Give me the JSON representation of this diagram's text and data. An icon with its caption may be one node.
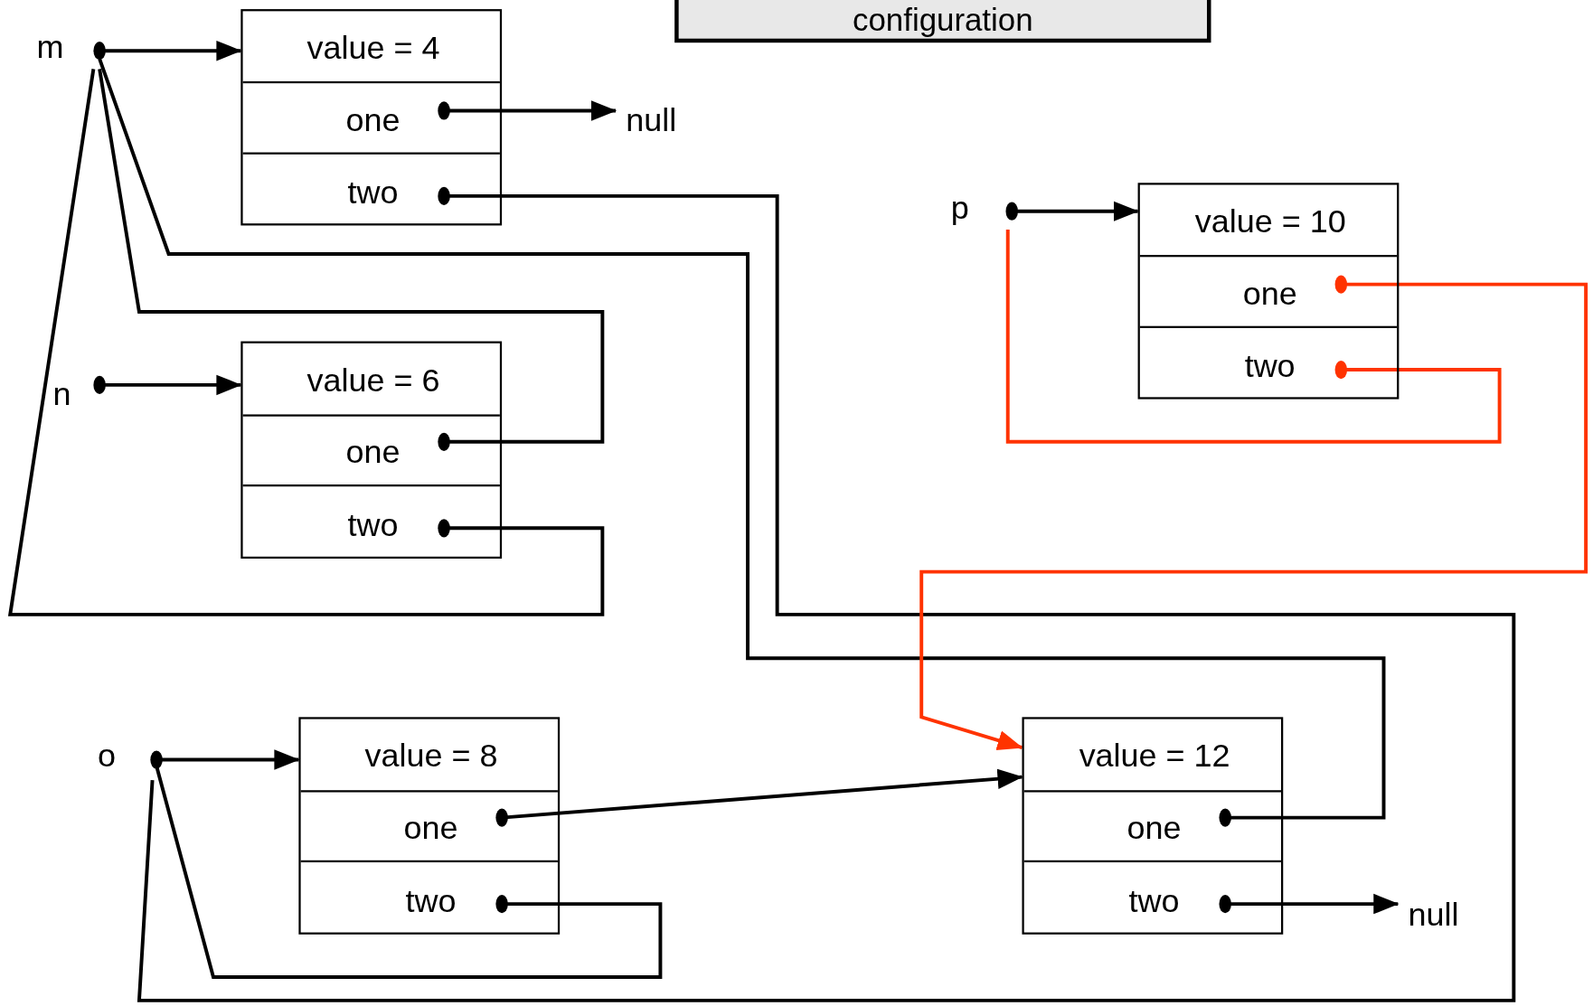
{
  "diagram": {
    "nodes": [
      {
        "text": [
          "configuration"
        ]
      },
      {
        "text": [
          "m"
        ]
      },
      {
        "text": [],
        "shape": "box"
      },
      {
        "text": [
          "value = 4"
        ],
        "in": 2
      },
      {
        "text": [
          "one"
        ],
        "in": 2
      },
      {
        "text": [
          "two"
        ],
        "in": 2
      },
      {
        "text": [
          "null"
        ]
      },
      {
        "text": [
          "p"
        ]
      },
      {
        "text": [],
        "shape": "box"
      },
      {
        "text": [
          "value = 10"
        ],
        "in": 8
      },
      {
        "text": [
          "one"
        ],
        "in": 8
      },
      {
        "text": [
          "two"
        ],
        "in": 8
      },
      {
        "text": [
          "n"
        ]
      },
      {
        "text": [],
        "shape": "box"
      },
      {
        "text": [
          "value = 6"
        ],
        "in": 13
      },
      {
        "text": [
          "one"
        ],
        "in": 13
      },
      {
        "text": [
          "two"
        ],
        "in": 13
      },
      {
        "text": [
          "o"
        ]
      },
      {
        "text": [],
        "shape": "box"
      },
      {
        "text": [
          "value = 8"
        ],
        "in": 18
      },
      {
        "text": [
          "one"
        ],
        "in": 18
      },
      {
        "text": [
          "two"
        ],
        "in": 18
      },
      {
        "text": [],
        "shape": "box"
      },
      {
        "text": [
          "value = 12"
        ],
        "in": 22
      },
      {
        "text": [
          "one"
        ],
        "in": 22
      },
      {
        "text": [
          "two"
        ],
        "in": 22
      },
      {
        "text": [
          "null"
        ]
      }
    ],
    "edges": [
      {
        "from": 1,
        "to": 2,
        "arrow": "to"
      },
      {
        "from": 4,
        "to": 6,
        "arrow": "to"
      },
      {
        "from": 5,
        "to": 17,
        "arrow": "other"
      },
      {
        "from": 24,
        "to": 1,
        "arrow": "other"
      },
      {
        "from": 15,
        "to": 1,
        "arrow": "other"
      },
      {
        "from": 16,
        "to": 1,
        "arrow": "other"
      },
      {
        "from": 12,
        "to": 13,
        "arrow": "to"
      },
      {
        "from": 7,
        "to": 8,
        "arrow": "to"
      },
      {
        "from": 10,
        "to": 22,
        "arrow": "to",
        "color": "#ff3300"
      },
      {
        "from": 11,
        "to": 7,
        "arrow": "other",
        "color": "#ff3300"
      },
      {
        "from": 17,
        "to": 18,
        "arrow": "to"
      },
      {
        "from": 20,
        "to": 22,
        "arrow": "to"
      },
      {
        "from": 21,
        "to": 17,
        "arrow": "other"
      },
      {
        "from": 25,
        "to": 26,
        "arrow": "to"
      }
    ]
  }
}
